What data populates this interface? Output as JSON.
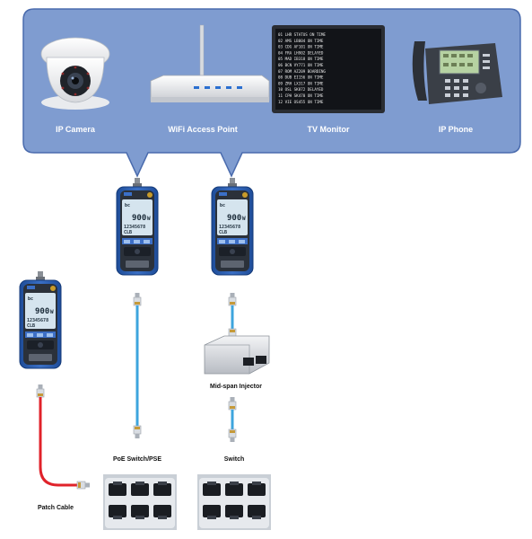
{
  "devices": [
    {
      "label": "IP Camera",
      "icon": "ip-camera-icon"
    },
    {
      "label": "WiFi Access Point",
      "icon": "wifi-router-icon"
    },
    {
      "label": "TV Monitor",
      "icon": "tv-monitor-icon"
    },
    {
      "label": "IP Phone",
      "icon": "ip-phone-icon"
    }
  ],
  "labels": {
    "patch_cable": "Patch Cable",
    "poe_switch": "PoE Switch/PSE",
    "midspan": "Mid-span Injector",
    "switch": "Switch"
  },
  "tester": {
    "lcd_line1": "900",
    "lcd_unit": "W",
    "lcd_line2": "12345678",
    "lcd_line3": "CLB"
  },
  "tv_rows": [
    "01 LHR STATUS  ON TIME",
    "02 AMS  LB004  ON TIME",
    "03 CDG  AF101  ON TIME",
    "04 FRA  LH902  DELAYED",
    "05 MAD  IB318  ON TIME",
    "06 BCN  VY771  ON TIME",
    "07 ROM  AZ209  BOARDING",
    "08 DUB  EI156  ON TIME",
    "09 ZRH  LX317  ON TIME",
    "10 OSL  SK872  DELAYED",
    "11 CPH  SK470  ON TIME",
    "12 VIE  OS455  ON TIME"
  ],
  "colors": {
    "callout_fill": "#7f9cd0",
    "callout_stroke": "#4a6bad",
    "tester_blue": "#2d5fb3",
    "tester_dark": "#2b313a",
    "lcd": "#d5e4ee",
    "poe_cable": "#3ea5dd",
    "patch_cable": "#e0222a"
  }
}
